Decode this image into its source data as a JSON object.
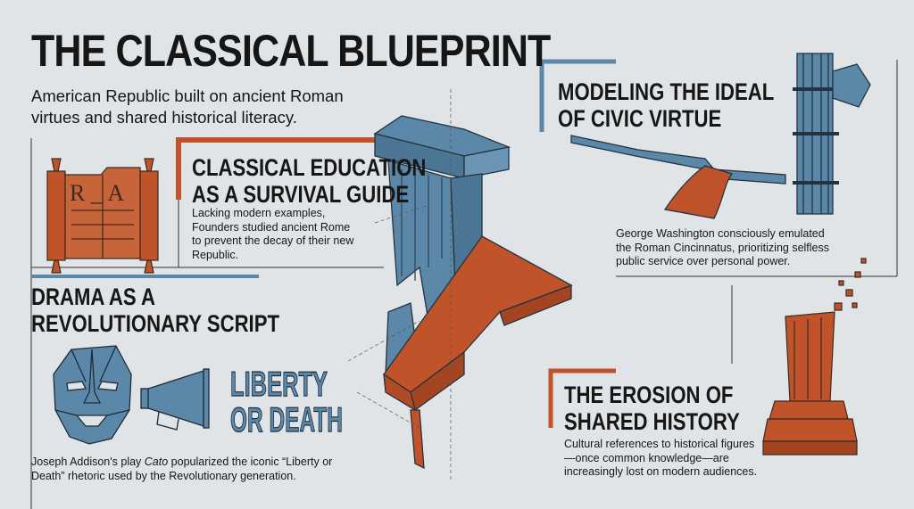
{
  "header": {
    "title": "THE CLASSICAL BLUEPRINT",
    "subtitle": "American Republic built on ancient Roman virtues and shared historical literacy."
  },
  "sections": [
    {
      "heading_1": "CLASSICAL EDUCATION",
      "heading_2": "AS A SURVIVAL GUIDE",
      "body": "Lacking modern examples, Founders studied ancient Rome to prevent the decay of their new Republic.",
      "icon": "scroll-icon",
      "icon_text": "R_A"
    },
    {
      "heading_1": "DRAMA AS A",
      "heading_2": "REVOLUTIONARY SCRIPT",
      "body_before": "Joseph Addison's play ",
      "body_italic": "Cato",
      "body_after": " popularized the iconic “Liberty or Death” rhetoric used by the Revolutionary generation.",
      "icon": "mask-megaphone-icon",
      "slogan_1": "LIBERTY",
      "slogan_2": "OR DEATH"
    },
    {
      "heading_1": "MODELING THE IDEAL",
      "heading_2": "OF CIVIC VIRTUE",
      "body": "George Washington consciously emulated the Roman Cincinnatus, prioritizing selfless public service over personal power.",
      "icon": "plow-fasces-icon"
    },
    {
      "heading_1": "THE EROSION OF",
      "heading_2": "SHARED HISTORY",
      "body": "Cultural references to historical figures—once common knowledge—are increasingly lost on modern audiences.",
      "icon": "crumbling-column-icon"
    }
  ],
  "colors": {
    "orange": "#c0532a",
    "blue": "#5b87a8",
    "background": "#e0e4e6",
    "text": "#161616"
  }
}
